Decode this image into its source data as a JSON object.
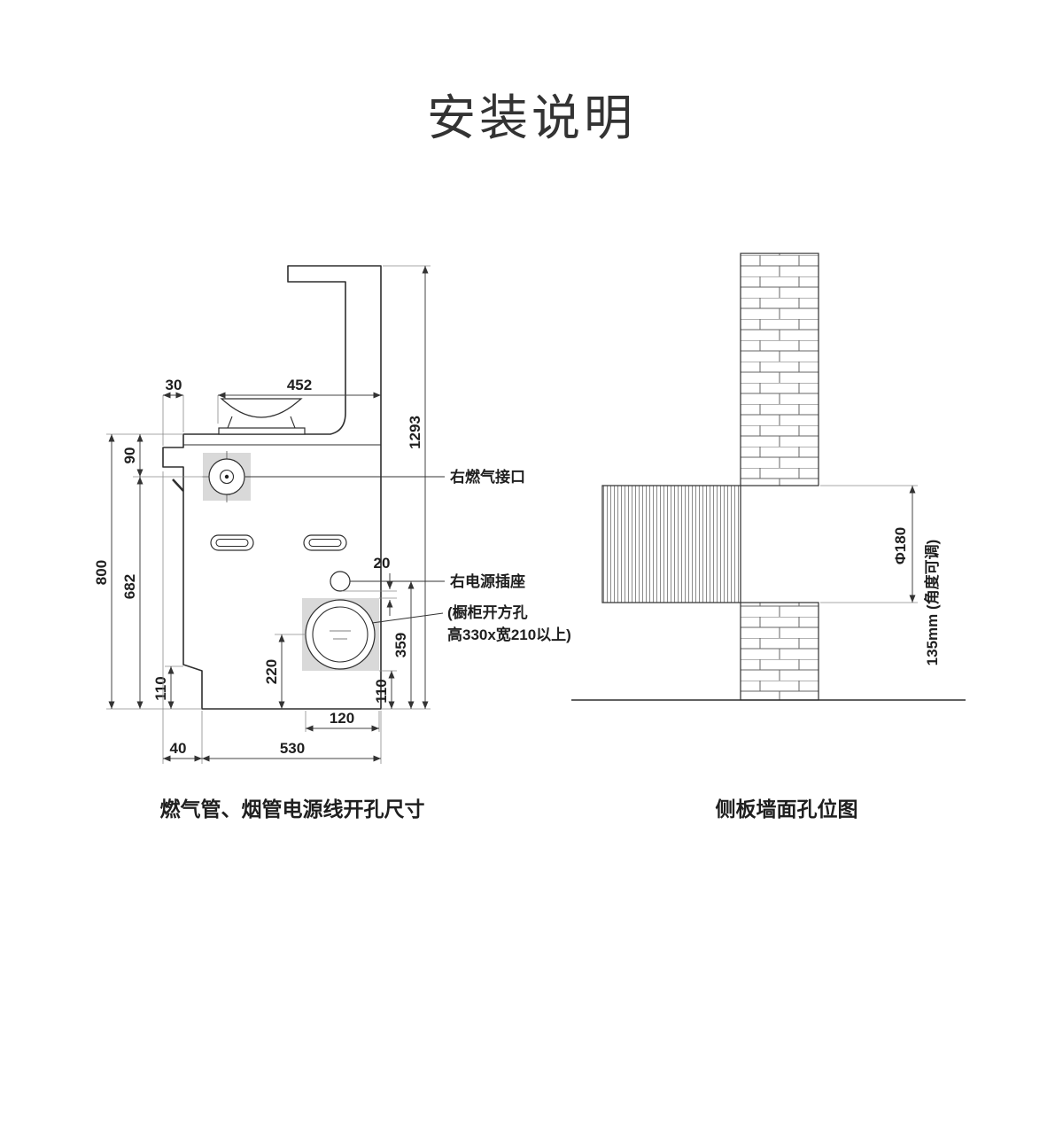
{
  "title": "安装说明",
  "left": {
    "caption": "燃气管、烟管电源线开孔尺寸",
    "dims": {
      "w452": "452",
      "w30": "30",
      "h1293": "1293",
      "h90": "90",
      "h800": "800",
      "h682": "682",
      "h110l": "110",
      "h220": "220",
      "g20": "20",
      "h359": "359",
      "h110r": "110",
      "w120": "120",
      "w40": "40",
      "w530": "530"
    },
    "callouts": {
      "gas": "右燃气接口",
      "power": "右电源插座",
      "cabinet1": "(橱柜开方孔",
      "cabinet2": "高330x宽210以上)"
    }
  },
  "right": {
    "caption": "侧板墙面孔位图",
    "dims": {
      "diameter": "Φ180",
      "offset": "135mm (角度可调)"
    }
  }
}
